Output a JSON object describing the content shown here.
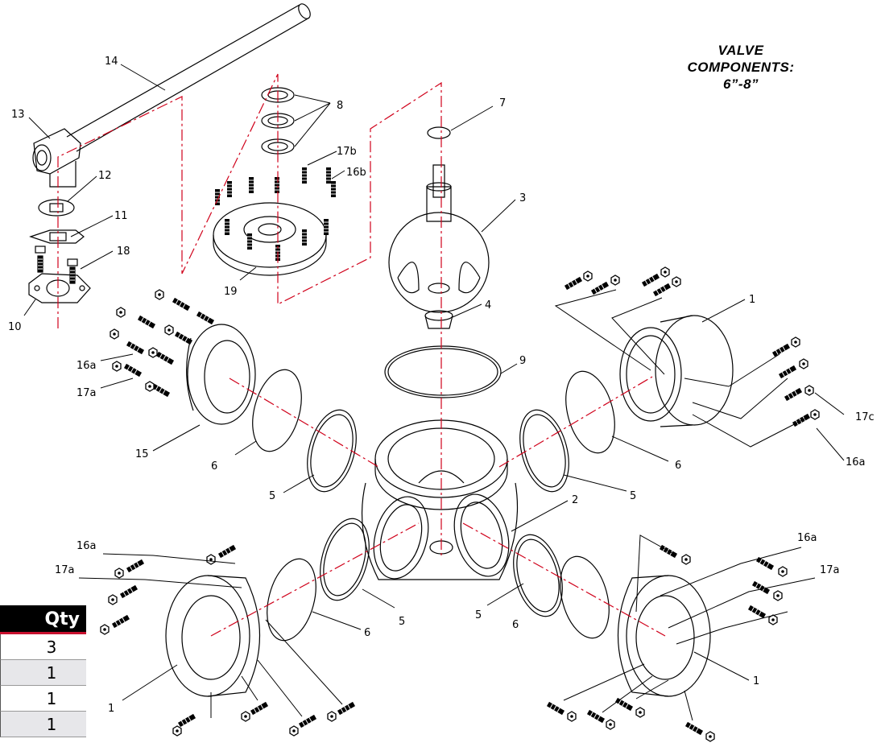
{
  "title": {
    "line1": "VALVE",
    "line2": "COMPONENTS:",
    "line3": "6”-8”"
  },
  "qty_table": {
    "header": "Qty",
    "values": [
      "3",
      "1",
      "1",
      "1"
    ]
  },
  "colors": {
    "centerline": "#d0021b",
    "line": "#000000",
    "table_header_bg": "#000000",
    "table_stripe": "#e7e7ea"
  },
  "callouts": {
    "c14": "14",
    "c13": "13",
    "c12": "12",
    "c11": "11",
    "c18": "18",
    "c10": "10",
    "c8": "8",
    "c17b": "17b",
    "c16b": "16b",
    "c19": "19",
    "c7": "7",
    "c3": "3",
    "c4": "4",
    "c9": "9",
    "c2": "2",
    "c1_right": "1",
    "c17c": "17c",
    "c16a_right": "16a",
    "c6_right": "6",
    "c5_right": "5",
    "c16a_left": "16a",
    "c17a_left": "17a",
    "c15": "15",
    "c6_left": "6",
    "c5_left": "5",
    "c16a_bl": "16a",
    "c17a_bl": "17a",
    "c1_bl": "1",
    "c6_bottom": "6",
    "c5_bottom": "5",
    "c5_br": "5",
    "c6_br": "6",
    "c16a_br": "16a",
    "c17a_br": "17a",
    "c1_br": "1"
  }
}
